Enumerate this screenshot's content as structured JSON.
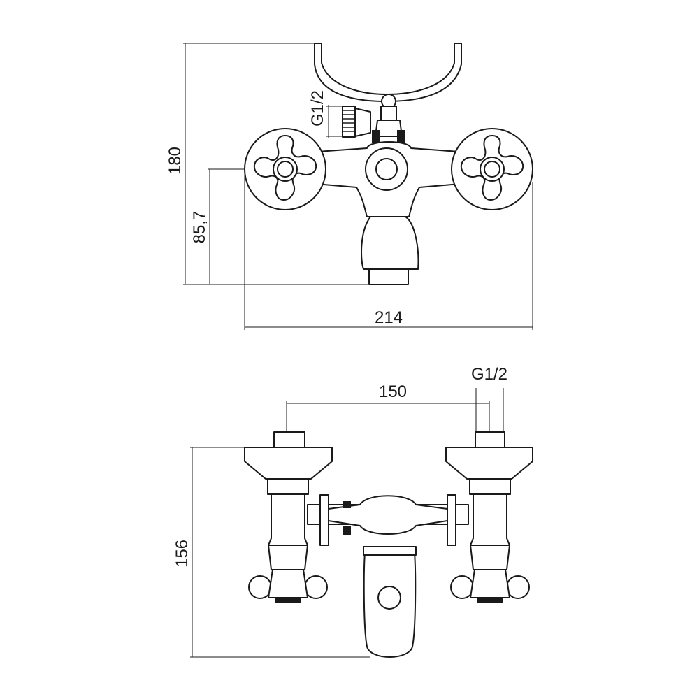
{
  "title": "Bath mixer technical drawing",
  "front_view": {
    "height_total": "180",
    "height_spout": "85,7",
    "width_total": "214",
    "thread_label": "G1/2"
  },
  "top_view": {
    "center_distance": "150",
    "thread_label": "G1/2",
    "depth_total": "156"
  },
  "colors": {
    "line": "#1a1a1a",
    "background": "#ffffff"
  }
}
